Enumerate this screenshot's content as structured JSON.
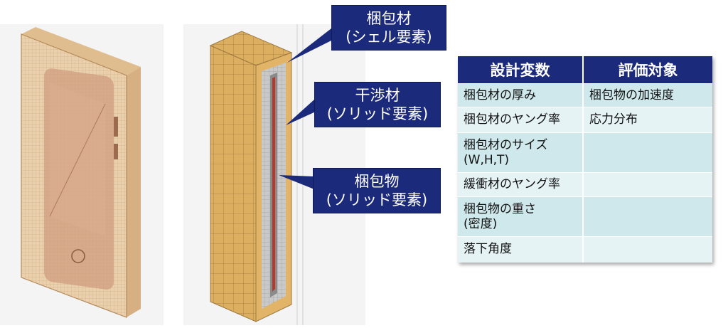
{
  "callouts": {
    "packaging": {
      "line1": "梱包材",
      "line2": "(シェル要素)"
    },
    "interference": {
      "line1": "干渉材",
      "line2": "(ソリッド要素)"
    },
    "product": {
      "line1": "梱包物",
      "line2": "(ソリッド要素)"
    }
  },
  "table": {
    "headers": [
      "設計変数",
      "評価対象"
    ],
    "rows": [
      {
        "variable": "梱包材の厚み",
        "target": "梱包物の加速度"
      },
      {
        "variable": "梱包材のヤング率",
        "target": "応力分布"
      },
      {
        "variable": "梱包材のサイズ",
        "variable_line2": "(W,H,T)",
        "target": ""
      },
      {
        "variable": "緩衝材のヤング率",
        "target": ""
      },
      {
        "variable": "梱包物の重さ",
        "variable_line2": "(密度)",
        "target": ""
      },
      {
        "variable": "落下角度",
        "target": ""
      }
    ]
  },
  "colors": {
    "header_navy": "#1b2a7a",
    "row_light": "#cfe8ec",
    "row_lighter": "#e6f3f5",
    "cardboard": "#d9ae62"
  }
}
